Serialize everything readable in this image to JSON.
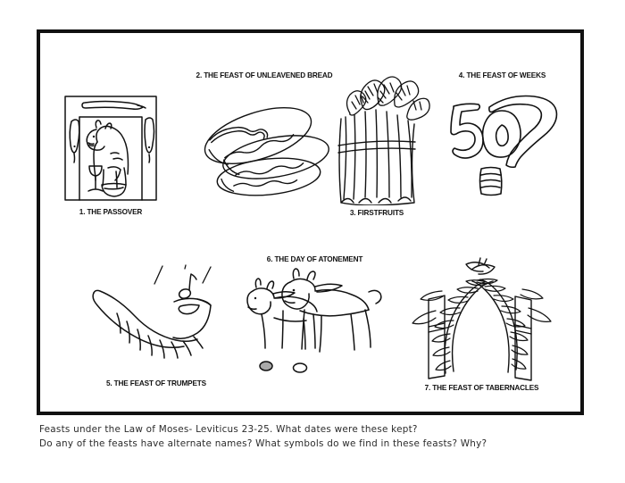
{
  "document": {
    "type": "worksheet-coloring-page",
    "border_color": "#111111",
    "ink_color": "#111111",
    "page_background": "#ffffff"
  },
  "panels": [
    {
      "number": "1.",
      "label": "1. THE PASSOVER",
      "icon": "doorway-with-lamb-chalice-and-basin-icon",
      "caption_position": "below"
    },
    {
      "number": "2.",
      "label": "2. THE FEAST OF UNLEAVENED BREAD",
      "icon": "stacked-flatbread-loaves-icon",
      "caption_position": "above"
    },
    {
      "number": "3.",
      "label": "3. FIRSTFRUITS",
      "icon": "bound-wheat-sheaf-icon",
      "caption_position": "below"
    },
    {
      "number": "4.",
      "label": "4. THE FEAST OF WEEKS",
      "icon": "numeral-fifty-question-mark-icon",
      "caption_position": "above"
    },
    {
      "number": "5.",
      "label": "5. THE FEAST OF TRUMPETS",
      "icon": "shofar-horn-with-music-note-icon",
      "caption_position": "below"
    },
    {
      "number": "6.",
      "label": "6. THE DAY OF ATONEMENT",
      "icon": "two-goats-with-lots-icon",
      "caption_position": "above"
    },
    {
      "number": "7.",
      "label": "7. THE FEAST OF TABERNACLES",
      "icon": "palm-branch-booth-sukkah-icon",
      "caption_position": "below"
    }
  ],
  "notes": {
    "line1": "Feasts under the Law of Moses- Leviticus 23-25. What dates were these kept?",
    "line2": "Do any of the feasts have alternate names? What symbols do we find in these feasts? Why?"
  }
}
